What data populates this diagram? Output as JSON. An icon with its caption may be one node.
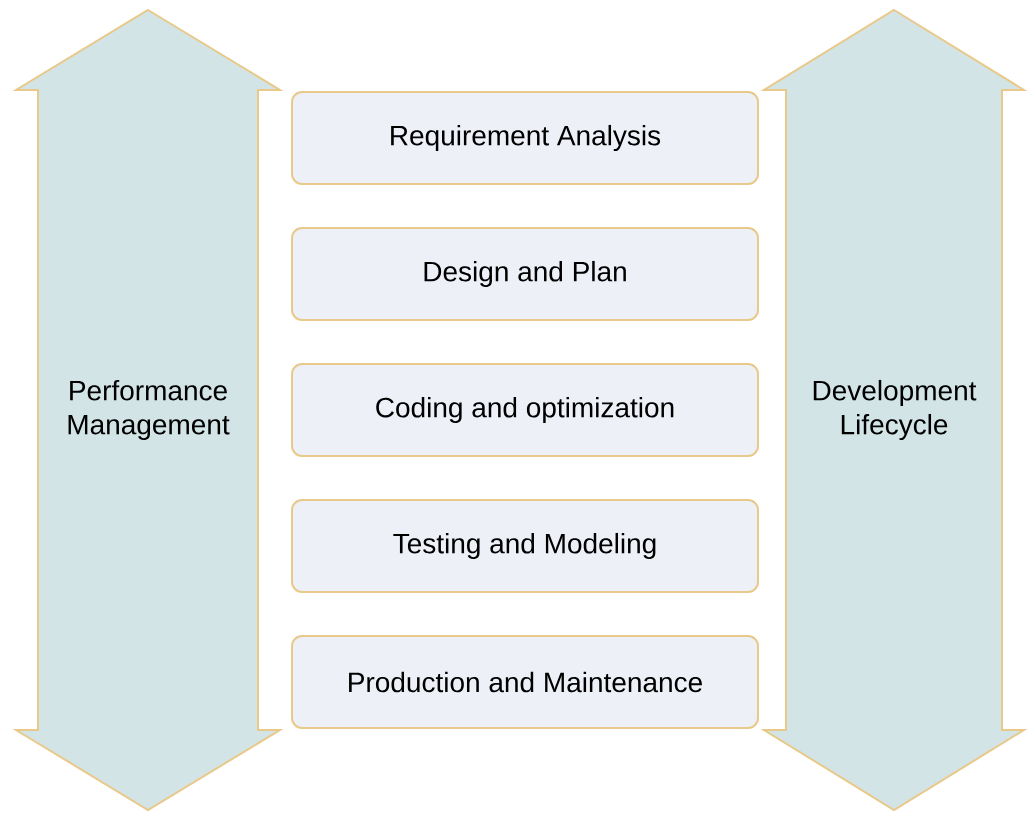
{
  "diagram": {
    "nodes": [
      {
        "text": [
          "Performance Management"
        ]
      },
      {
        "text": [
          "Requirement Analysis"
        ]
      },
      {
        "text": [
          "Design and Plan"
        ]
      },
      {
        "text": [
          "Coding and optimization"
        ]
      },
      {
        "text": [
          "Testing and Modeling"
        ]
      },
      {
        "text": [
          "Production and Maintenance"
        ]
      },
      {
        "text": [
          "Development Lifecycle"
        ]
      }
    ]
  }
}
